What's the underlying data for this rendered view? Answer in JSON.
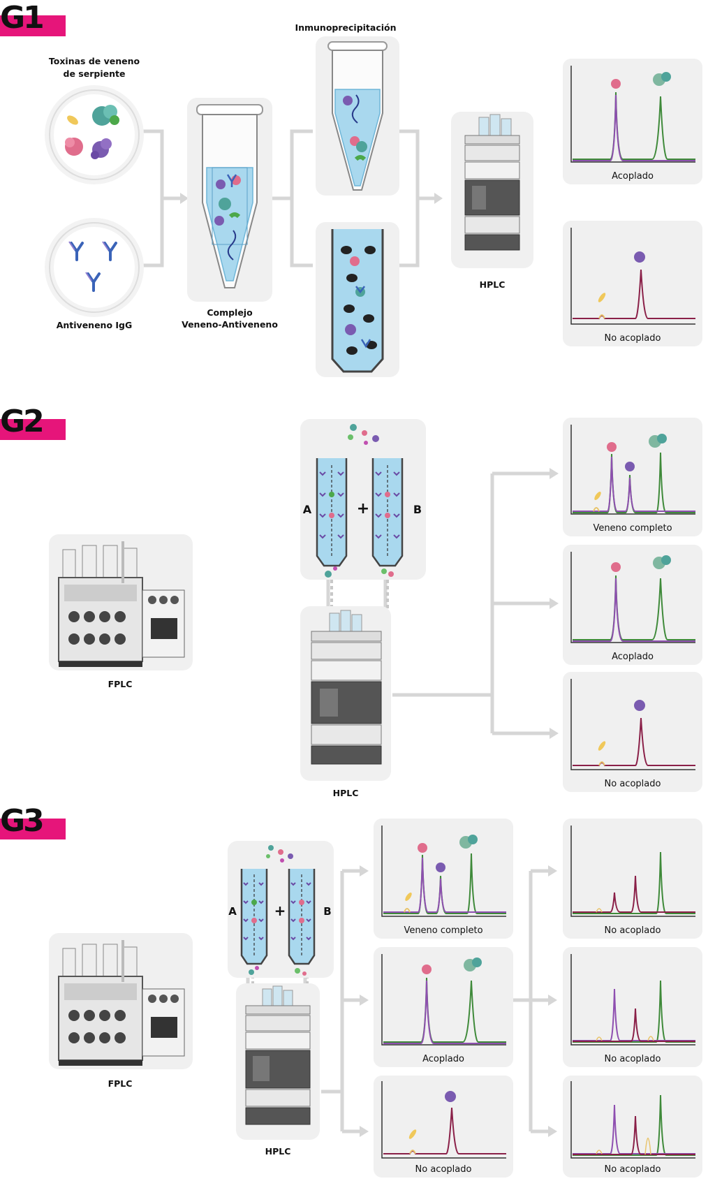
{
  "sections": [
    {
      "id": "G1",
      "title": "G1"
    },
    {
      "id": "G2",
      "title": "G2"
    },
    {
      "id": "G3",
      "title": "G3"
    }
  ],
  "g1": {
    "toxins_label_1": "Toxinas de veneno",
    "toxins_label_2": "de serpiente",
    "antivenom_label": "Antiveneno IgG",
    "complex_label_1": "Complejo",
    "complex_label_2": "Veneno-Antiveneno",
    "ip_label": "Inmunoprecipitación",
    "hplc_label": "HPLC",
    "plots": [
      {
        "caption": "Acoplado"
      },
      {
        "caption": "No acoplado"
      }
    ]
  },
  "g2": {
    "col_a": "A",
    "col_b": "B",
    "plus": "+",
    "fplc_label": "FPLC",
    "hplc_label": "HPLC",
    "plots": [
      {
        "caption": "Veneno completo"
      },
      {
        "caption": "Acoplado"
      },
      {
        "caption": "No acoplado"
      }
    ]
  },
  "g3": {
    "col_a": "A",
    "col_b": "B",
    "plus": "+",
    "fplc_label": "FPLC",
    "hplc_label": "HPLC",
    "plots_mid": [
      {
        "caption": "Veneno completo"
      },
      {
        "caption": "Acoplado"
      },
      {
        "caption": "No acoplado"
      }
    ],
    "plots_right": [
      {
        "caption": "No acoplado"
      },
      {
        "caption": "No acoplado"
      },
      {
        "caption": "No acoplado"
      }
    ]
  },
  "colors": {
    "accent": "#e6157a",
    "purple": "#8e4fb0",
    "green": "#3f8a3a",
    "maroon": "#8a2048",
    "yellow": "#e8c36a",
    "tube": "#a9d8ee",
    "card": "#f0f0f0",
    "arrow": "#d4d4d4"
  }
}
